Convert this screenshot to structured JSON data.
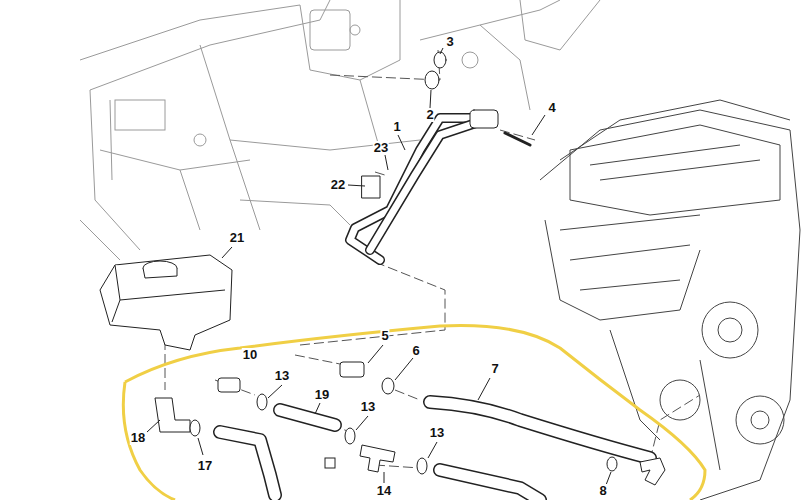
{
  "diagram": {
    "labels": [
      "3",
      "2",
      "4",
      "1",
      "23",
      "22",
      "21",
      "10",
      "5",
      "6",
      "7",
      "13",
      "19",
      "13",
      "18",
      "17",
      "13",
      "14",
      "8"
    ]
  }
}
